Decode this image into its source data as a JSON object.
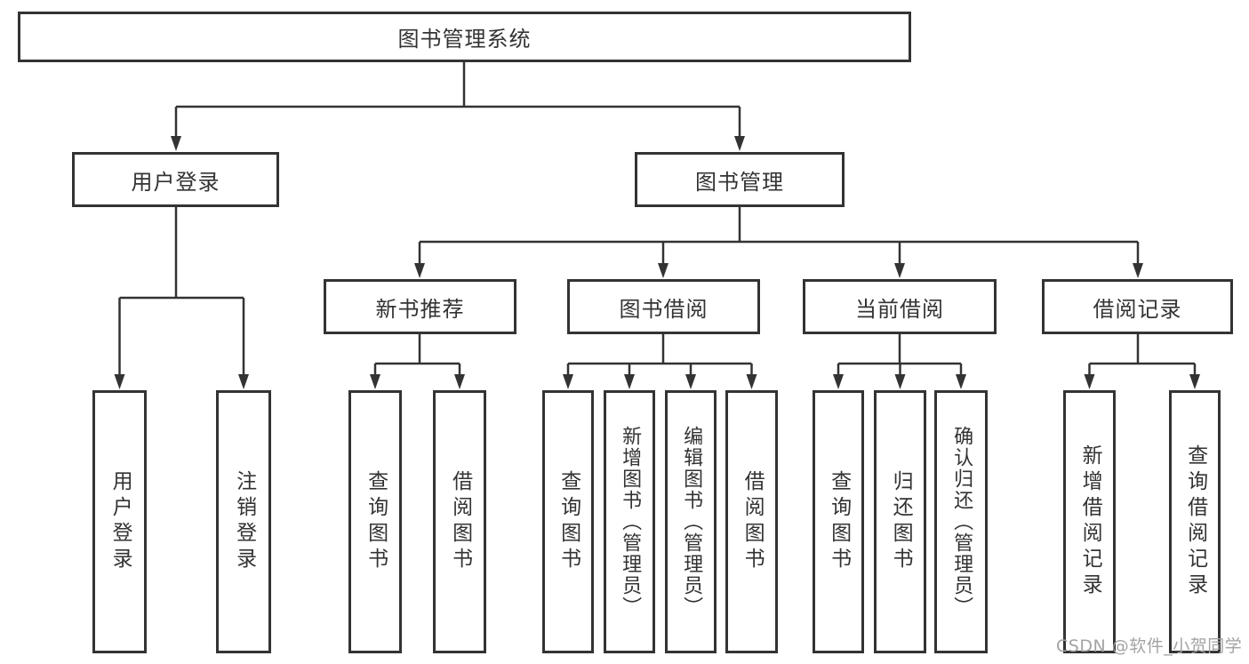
{
  "tree": {
    "root": {
      "label": "图书管理系统",
      "children": [
        {
          "label": "用户登录",
          "children": [
            {
              "label": "用户登录"
            },
            {
              "label": "注销登录"
            }
          ]
        },
        {
          "label": "图书管理",
          "children": [
            {
              "label": "新书推荐",
              "children": [
                {
                  "label": "查询图书"
                },
                {
                  "label": "借阅图书"
                }
              ]
            },
            {
              "label": "图书借阅",
              "children": [
                {
                  "label": "查询图书"
                },
                {
                  "label": "新增图书（管理员）"
                },
                {
                  "label": "编辑图书（管理员）"
                },
                {
                  "label": "借阅图书"
                }
              ]
            },
            {
              "label": "当前借阅",
              "children": [
                {
                  "label": "查询图书"
                },
                {
                  "label": "归还图书"
                },
                {
                  "label": "确认归还（管理员）"
                }
              ]
            },
            {
              "label": "借阅记录",
              "children": [
                {
                  "label": "新增借阅记录"
                },
                {
                  "label": "查询借阅记录"
                }
              ]
            }
          ]
        }
      ]
    }
  },
  "watermark": {
    "text": "CSDN @软件_小贺同学"
  },
  "colors": {
    "line": "#333333",
    "text": "#333333",
    "box_background": "#ffffff",
    "watermark": "#a3a3a3"
  }
}
